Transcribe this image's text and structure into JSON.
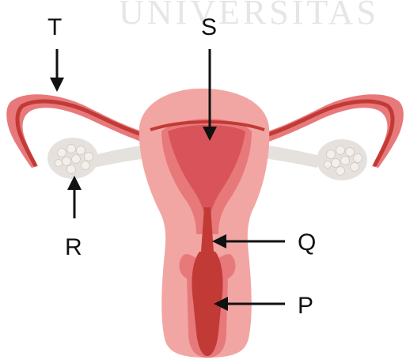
{
  "labels": {
    "p": "P",
    "q": "Q",
    "r": "R",
    "s": "S",
    "t": "T"
  },
  "colors": {
    "tissue_light": "#f2a6a3",
    "tissue_mid": "#e8797b",
    "tissue_dark": "#c23a35",
    "cavity": "#d9545a",
    "ovary": "#e6e1dc",
    "follicle": "#f3f0ec",
    "ligament": "#e5e1dd",
    "ink": "#111111"
  },
  "watermark": "UNIVERSITAS"
}
